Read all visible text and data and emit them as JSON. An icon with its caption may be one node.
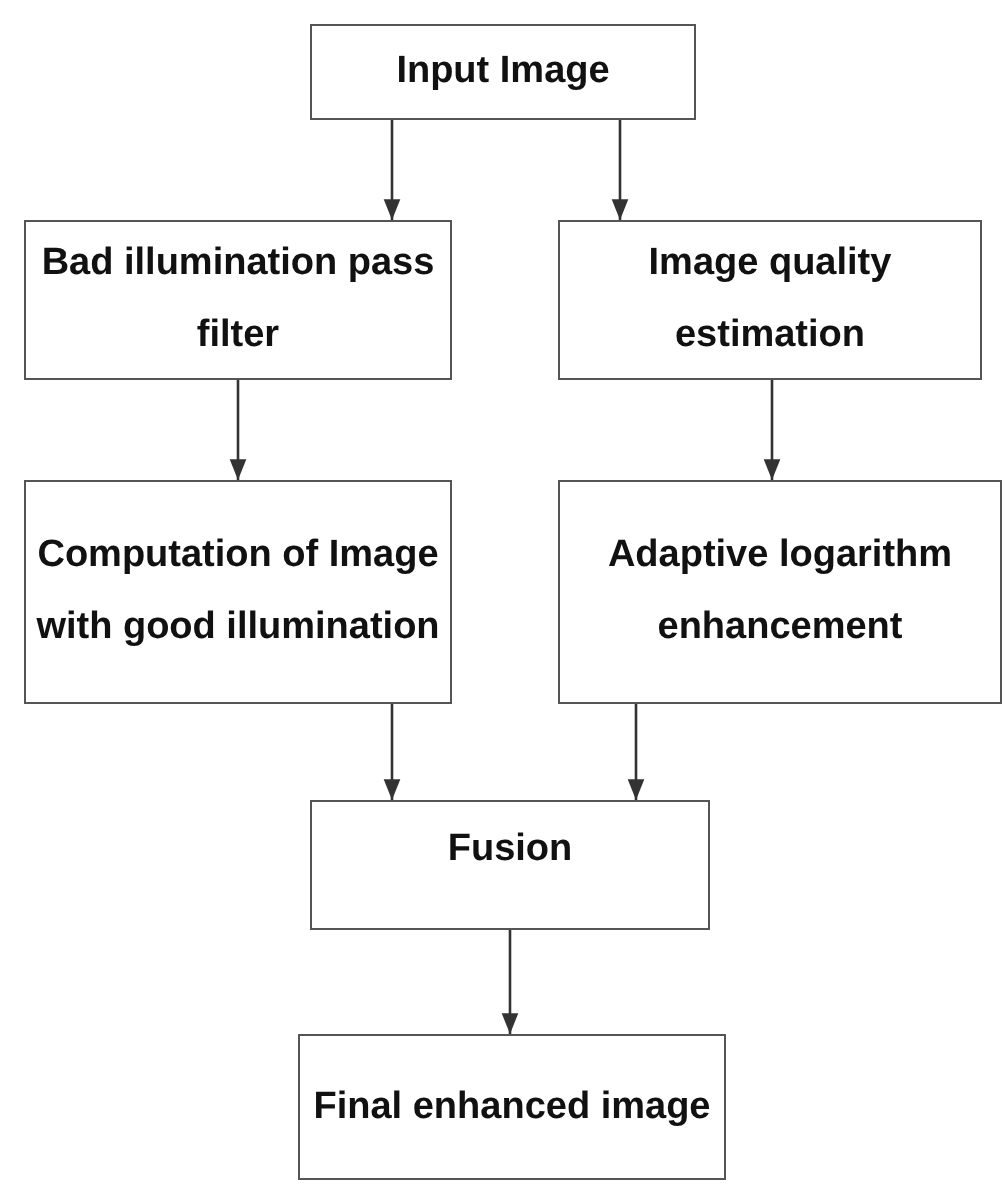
{
  "diagram": {
    "nodes": [
      {
        "text": [
          "Input Image"
        ]
      },
      {
        "text": [
          "Bad illumination pass filter"
        ]
      },
      {
        "text": [
          "Image quality estimation"
        ]
      },
      {
        "text": [
          "Computation of Image with good illumination"
        ]
      },
      {
        "text": [
          "Adaptive logarithm enhancement"
        ]
      },
      {
        "text": [
          "Fusion"
        ]
      },
      {
        "text": [
          "Final enhanced image"
        ]
      }
    ],
    "edges": [
      {
        "from": 0,
        "to": 1,
        "arrow": "to"
      },
      {
        "from": 0,
        "to": 2,
        "arrow": "to"
      },
      {
        "from": 1,
        "to": 3,
        "arrow": "to"
      },
      {
        "from": 2,
        "to": 4,
        "arrow": "to"
      },
      {
        "from": 3,
        "to": 5,
        "arrow": "to"
      },
      {
        "from": 4,
        "to": 5,
        "arrow": "to"
      },
      {
        "from": 5,
        "to": 6,
        "arrow": "to"
      }
    ]
  }
}
